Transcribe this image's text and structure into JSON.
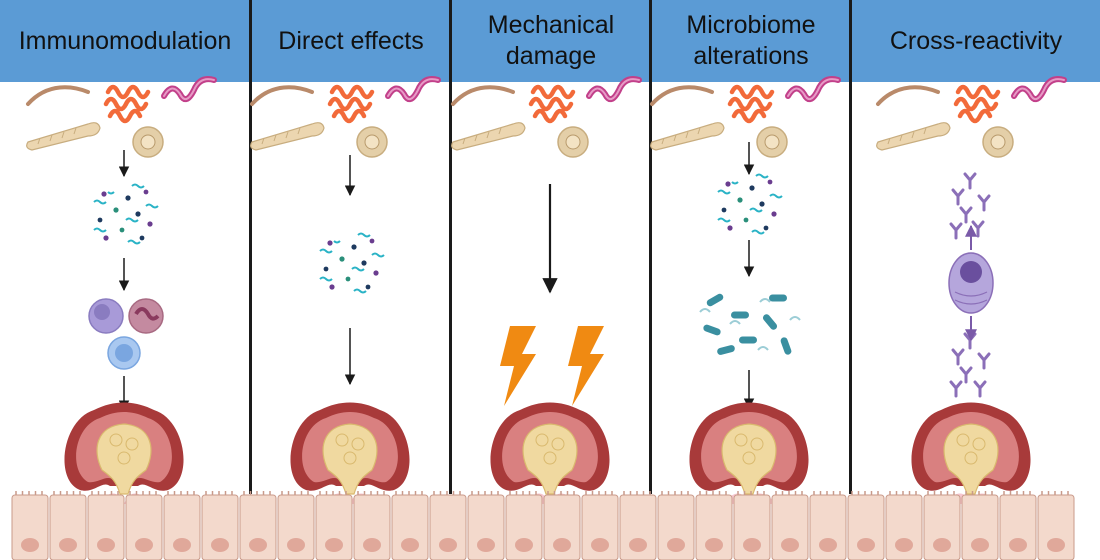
{
  "panels": [
    {
      "id": "immunomodulation",
      "title": "Immunomodulation"
    },
    {
      "id": "direct-effects",
      "title": "Direct effects"
    },
    {
      "id": "mechanical-damage",
      "title": "Mechanical\ndamage"
    },
    {
      "id": "microbiome-alterations",
      "title": "Microbiome\nalterations"
    },
    {
      "id": "cross-reactivity",
      "title": "Cross-reactivity"
    }
  ],
  "colors": {
    "header": "#5b9bd5",
    "divider": "#1a1a1a",
    "helminth_red": "#f26a3a",
    "helminth_pink": "#c2408a",
    "tapeworm": "#ecd6b0",
    "egg": "#e4cfa8",
    "molecule_teal": "#2ab3c6",
    "molecule_purple": "#6a3d8f",
    "molecule_navy": "#1e3a5f",
    "lightning": "#f08a12",
    "bacteria": "#3a8fa0",
    "antibody": "#8b6fb8",
    "tumor_red": "#a83a3a",
    "tumor_core": "#f0d9a0",
    "epithelium": "#f3d9cc"
  },
  "icons": [
    "helminth-group-icon",
    "molecule-cluster-icon",
    "immune-cell-icon",
    "tumor-icon",
    "lightning-icon",
    "bacteria-cluster-icon",
    "plasma-cell-icon",
    "antibody-icon",
    "epithelium-icon"
  ]
}
